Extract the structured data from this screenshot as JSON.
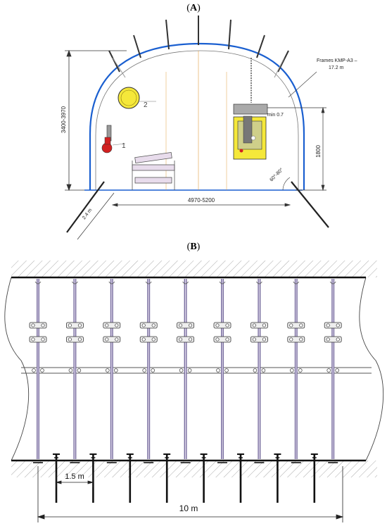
{
  "panel_a": {
    "label_open": "(",
    "label_letter": "A",
    "label_close": ")",
    "frames_label_1": "Frames KMP-A3 –",
    "frames_label_2": "17.2 m",
    "height_dim": "3400-3970",
    "width_dim": "4970-5200",
    "bolt_dim": "2.4 m",
    "right_height_dim": "1800",
    "min_clearance": "min 0.7",
    "angle_dim": "60°-80°",
    "callout_1": "1",
    "callout_2": "2",
    "colors": {
      "arch": "#1a5fd0",
      "yellow": "#f5e83a",
      "red": "#d22020",
      "line": "#333333"
    }
  },
  "panel_b": {
    "label_open": "(",
    "label_letter": "B",
    "label_close": ")",
    "spacing_dim": "1.5 m",
    "length_dim": "10 m",
    "frame_count": 9,
    "bolt_count": 8
  }
}
